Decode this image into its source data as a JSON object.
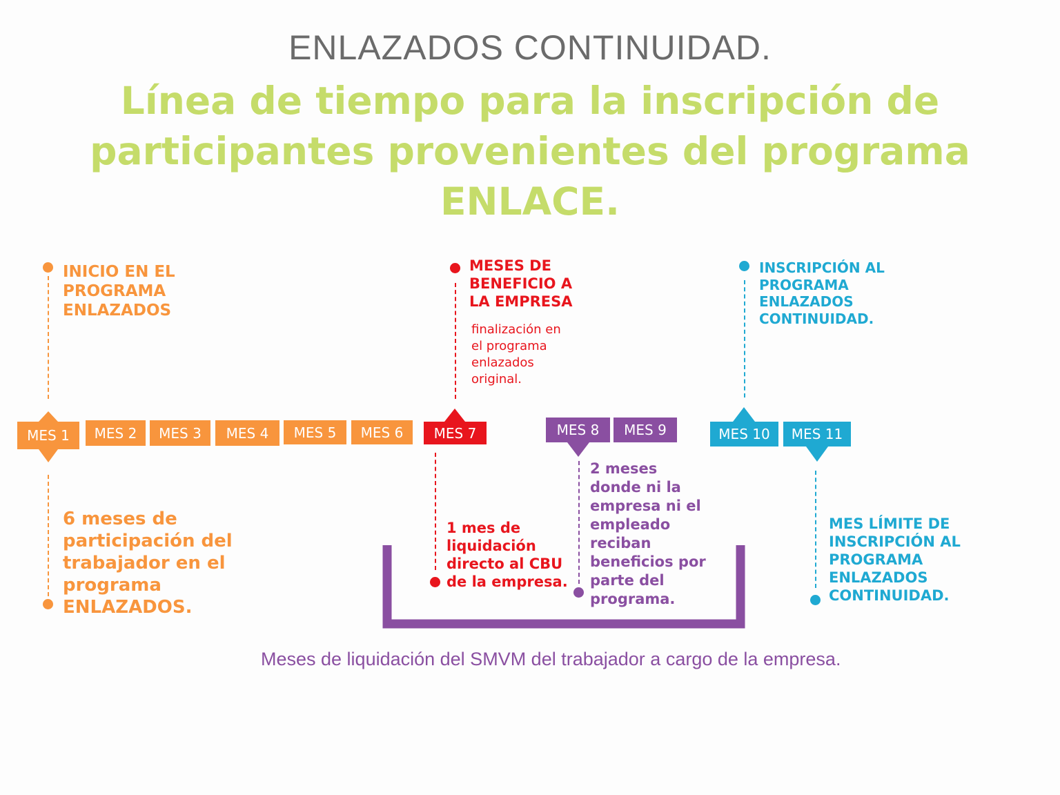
{
  "header": "ENLAZADOS CONTINUIDAD.",
  "title_lines": [
    "Línea de tiempo para la inscripción de",
    "participantes provenientes del programa",
    "ENLACE."
  ],
  "months": [
    "MES 1",
    "MES 2",
    "MES 3",
    "MES 4",
    "MES 5",
    "MES 6",
    "MES 7",
    "MES 8",
    "MES  9",
    "MES 10",
    "MES 11"
  ],
  "top_notes": {
    "inicio": [
      "INICIO EN EL",
      "PROGRAMA",
      "ENLAZADOS"
    ],
    "beneficio": [
      "MESES DE",
      "BENEFICIO A",
      "LA EMPRESA"
    ],
    "beneficio_sub": [
      "finalización en",
      "el programa",
      "enlazados",
      "original."
    ],
    "inscripcion": [
      "INSCRIPCIÓN AL",
      "PROGRAMA",
      "ENLAZADOS",
      "CONTINUIDAD."
    ]
  },
  "bottom_notes": {
    "participacion": [
      "6 meses de",
      "participación del",
      "trabajador en el",
      "programa",
      "ENLAZADOS."
    ],
    "liquidacion": [
      "1 mes de",
      "liquidación",
      "directo al CBU",
      "de la empresa."
    ],
    "sin_beneficio": [
      "2 meses",
      "donde ni la",
      "empresa ni el",
      "empleado",
      "reciban",
      "beneficios por",
      "parte del",
      "programa."
    ],
    "limite": [
      "MES LÍMITE DE",
      "INSCRIPCIÓN AL",
      "PROGRAMA",
      "ENLAZADOS",
      "CONTINUIDAD."
    ]
  },
  "footer": "Meses de liquidación del SMVM del trabajador a cargo de la empresa.",
  "colors": {
    "orange": "#f8953d",
    "red": "#e8151d",
    "purple": "#8a4fa1",
    "cyan": "#1fa9d2",
    "green": "#c5dc6a",
    "gray": "#6b6b6b"
  }
}
